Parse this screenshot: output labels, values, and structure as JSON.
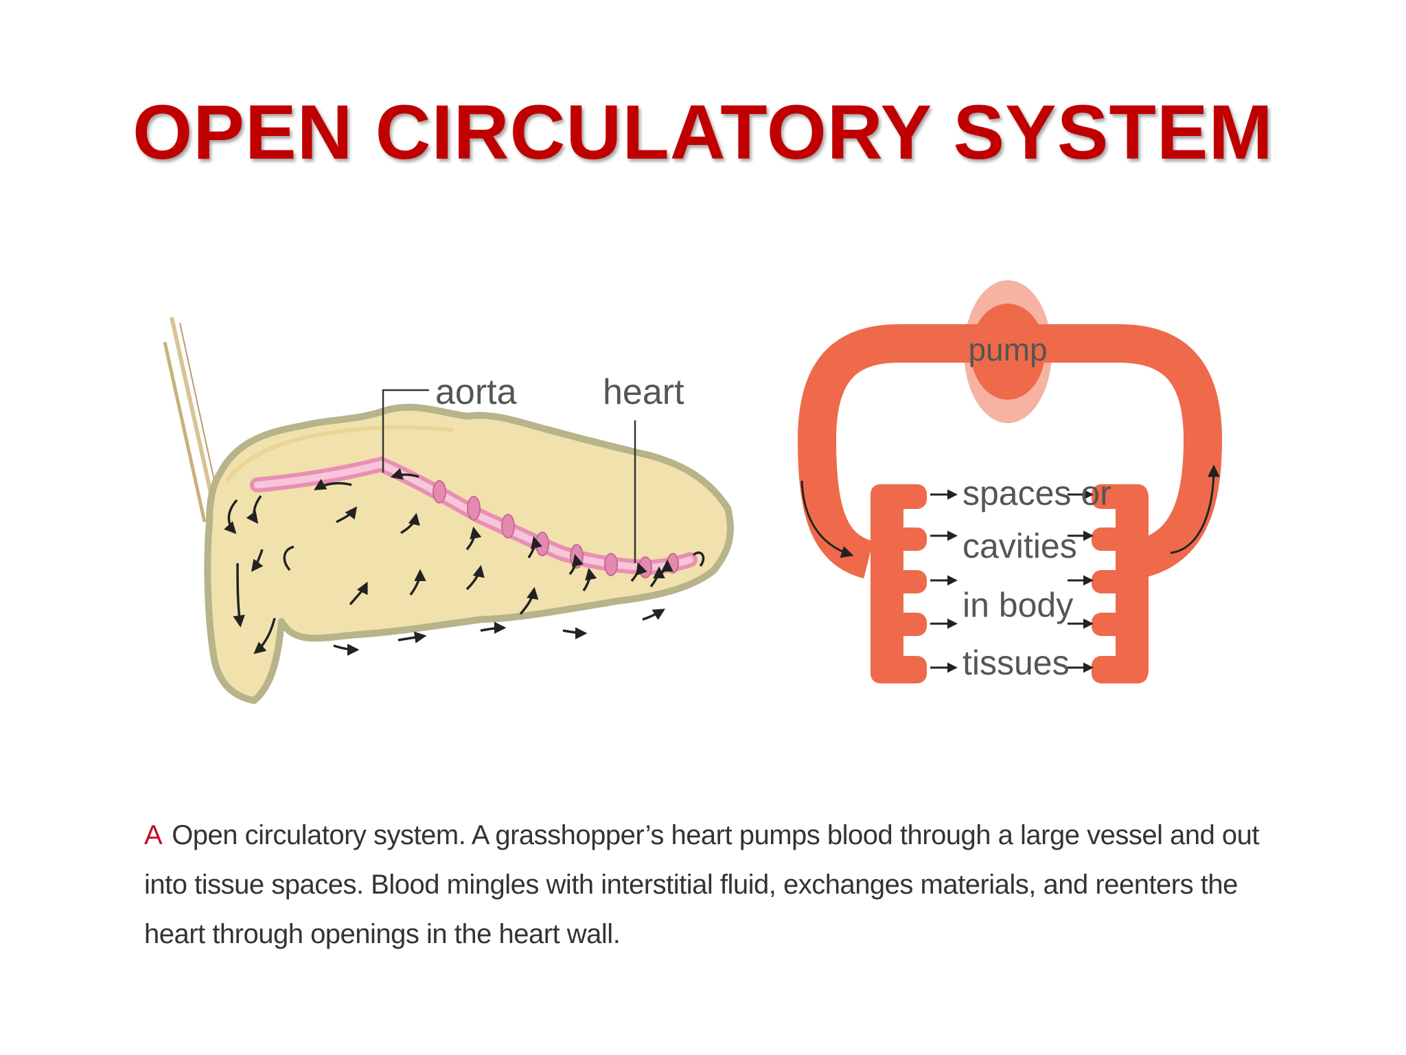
{
  "title": "OPEN CIRCULATORY SYSTEM",
  "grasshopper": {
    "aorta_label": "aorta",
    "heart_label": "heart"
  },
  "schematic": {
    "pump_label": "pump",
    "tissue_label_lines": [
      "spaces or",
      "cavities",
      "in body",
      "tissues"
    ]
  },
  "caption": {
    "letter": "A",
    "text": "Open circulatory system. A grasshopper’s heart pumps blood through a large vessel and out into tissue spaces. Blood mingles with interstitial fluid, exchanges materials, and reenters the heart through openings in the heart wall."
  },
  "colors": {
    "title": "#c00000",
    "vessel": "#ee6a4a",
    "pump_halo": "#f6b3a2",
    "body_fill": "#f1e2ad",
    "body_edge": "#b7b38a",
    "aorta": "#f3a6c3",
    "caption_letter": "#c0102a"
  }
}
